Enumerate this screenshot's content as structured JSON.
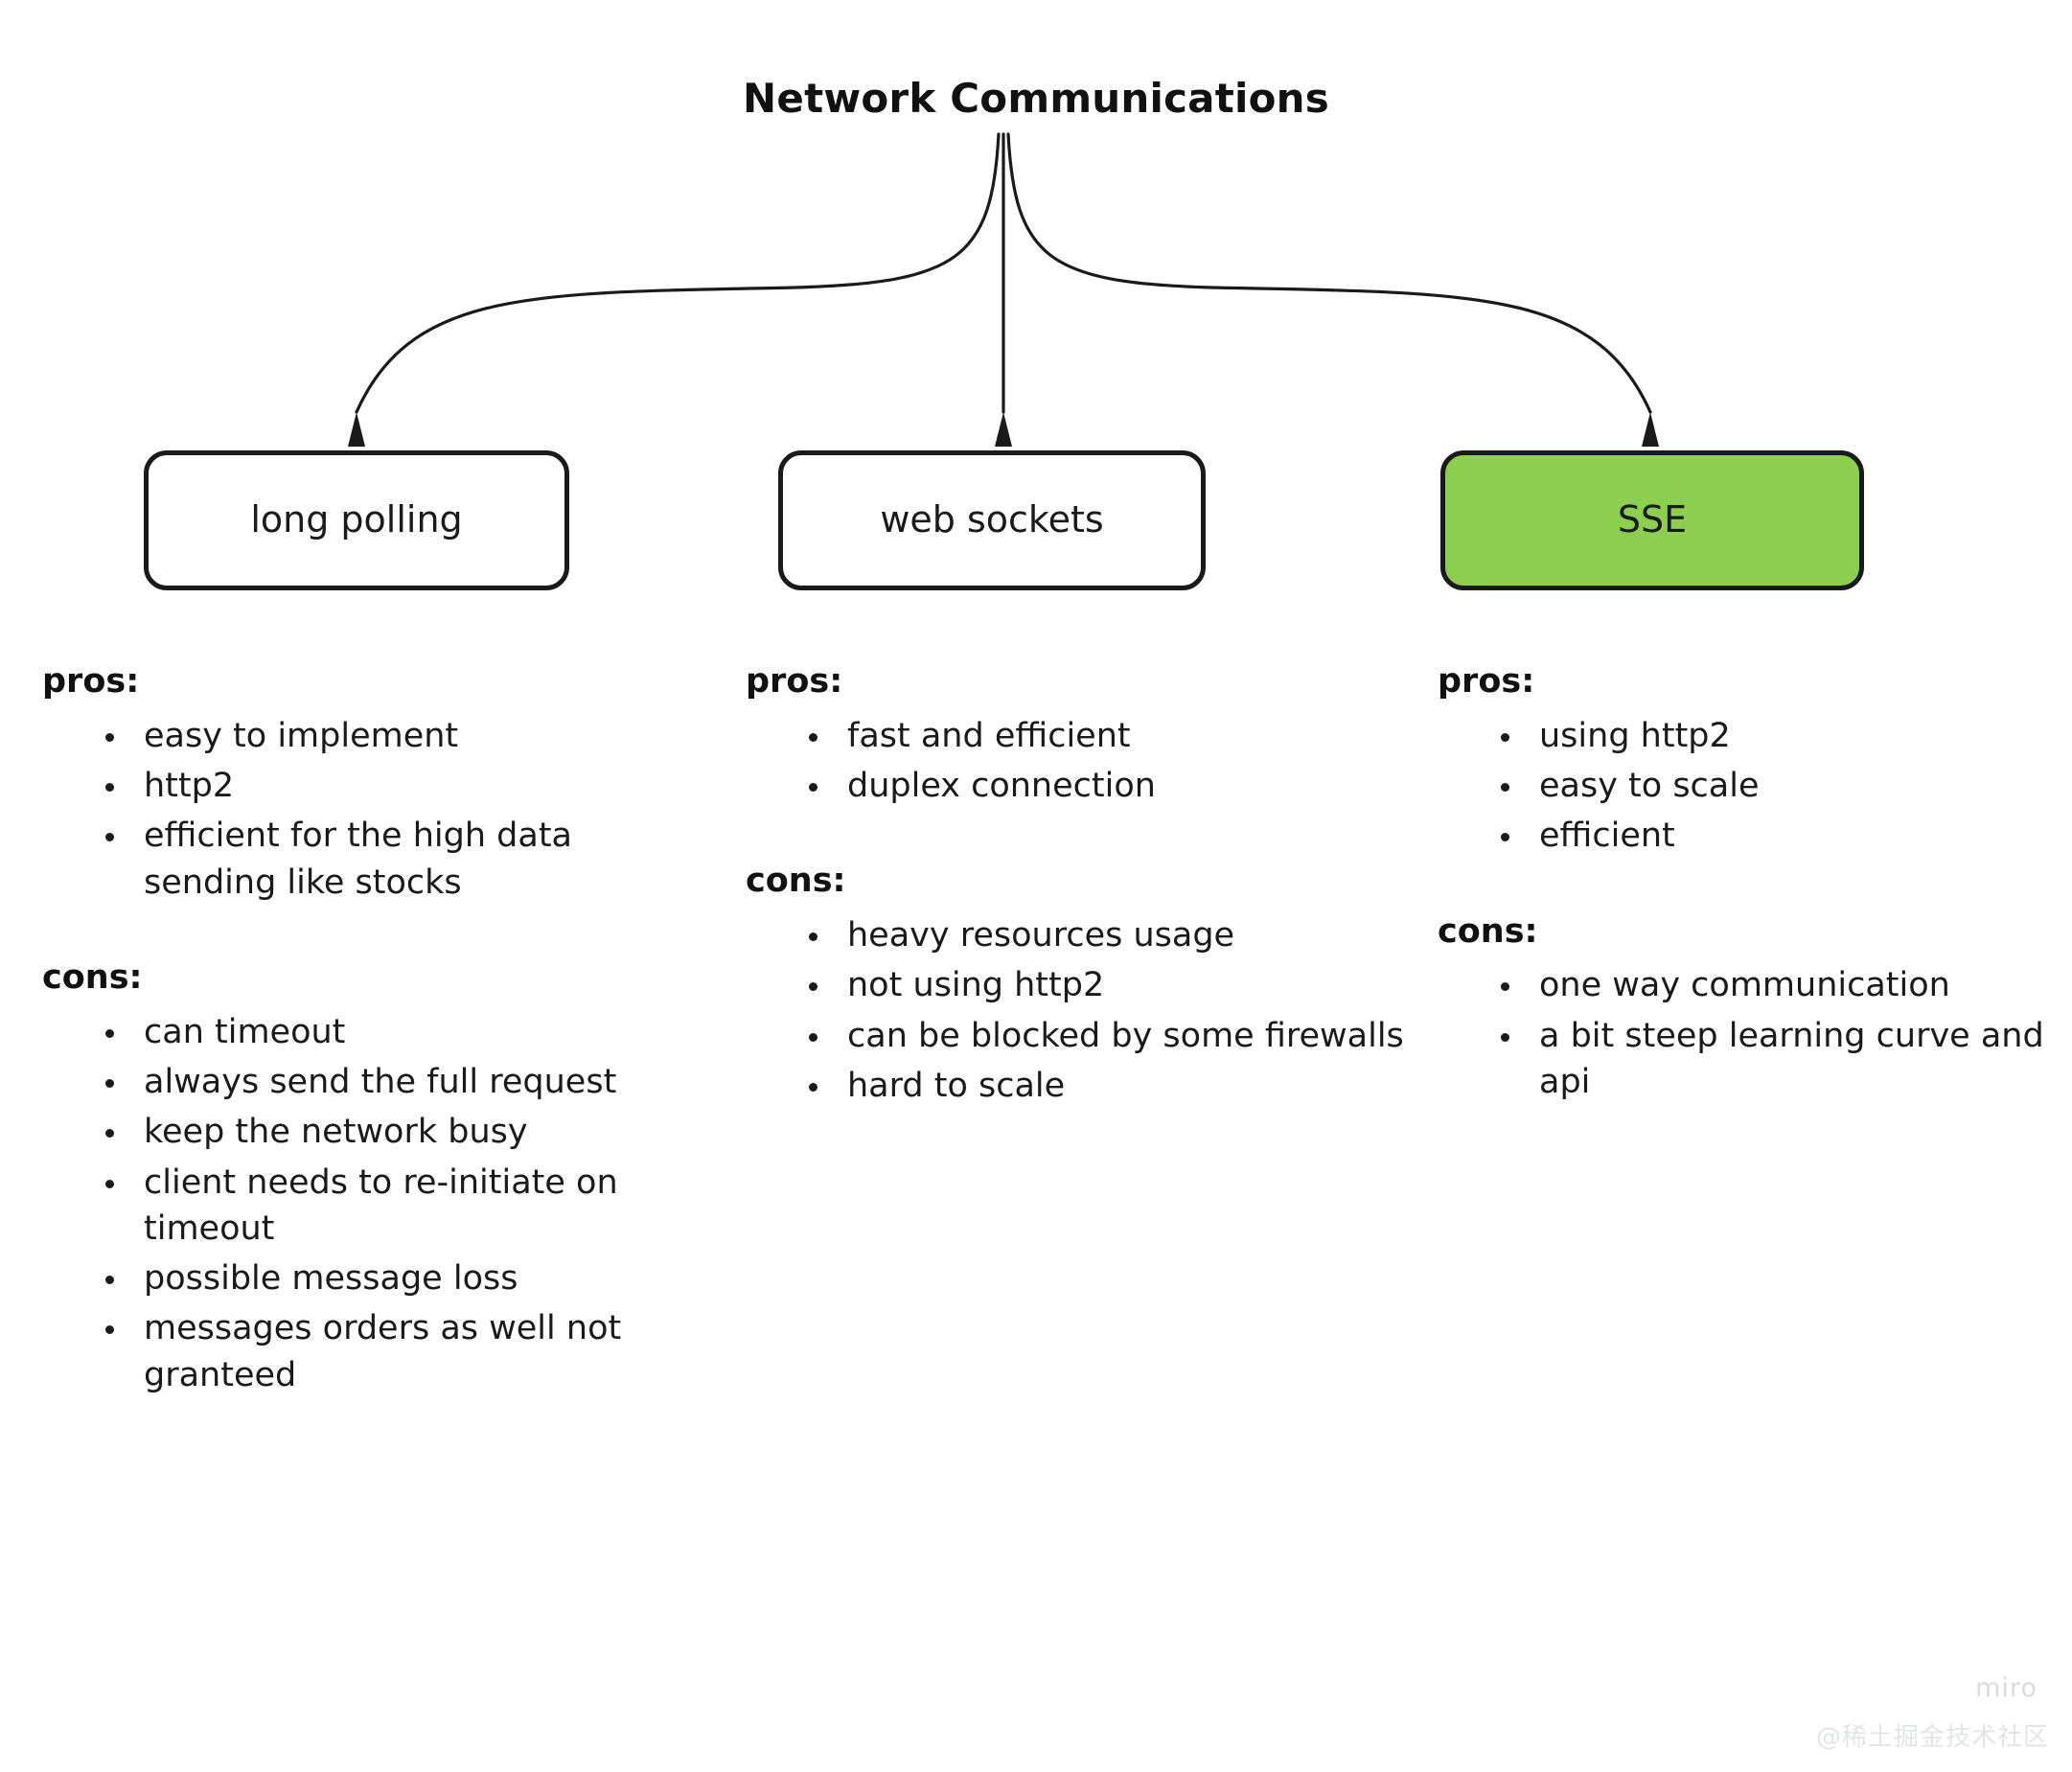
{
  "title": "Network Communications",
  "colors": {
    "accent_green": "#8CCE4E",
    "stroke": "#1a1a1a",
    "background": "#ffffff",
    "watermark": "#d8dade"
  },
  "nodes": [
    {
      "id": "long-polling",
      "label": "long polling",
      "highlighted": false
    },
    {
      "id": "web-sockets",
      "label": "web sockets",
      "highlighted": false
    },
    {
      "id": "sse",
      "label": "SSE",
      "highlighted": true
    }
  ],
  "columns": [
    {
      "id": "long-polling",
      "pros_heading": "pros:",
      "pros": [
        "easy to implement",
        "http2",
        "efficient for the high data sending like stocks"
      ],
      "cons_heading": "cons:",
      "cons": [
        "can timeout",
        "always send the full request",
        "keep the network busy",
        "client needs to re-initiate on timeout",
        "possible message loss",
        "messages orders as well not granteed"
      ]
    },
    {
      "id": "web-sockets",
      "pros_heading": "pros:",
      "pros": [
        "fast and efficient",
        "duplex connection"
      ],
      "cons_heading": "cons:",
      "cons": [
        "heavy resources usage",
        "not using http2",
        "can be blocked by some firewalls",
        "hard to scale"
      ]
    },
    {
      "id": "sse",
      "pros_heading": "pros:",
      "pros": [
        "using http2",
        "easy to scale",
        "efficient"
      ],
      "cons_heading": "cons:",
      "cons": [
        "one way communication",
        "a bit steep learning curve and api"
      ]
    }
  ],
  "watermarks": {
    "brand": "miro",
    "community": "@稀土掘金技术社区"
  }
}
